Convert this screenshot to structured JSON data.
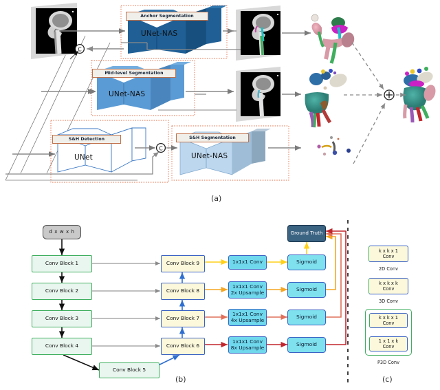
{
  "figure": {
    "panels": [
      {
        "id": "a",
        "label": "(a)"
      },
      {
        "id": "b",
        "label": "(b)"
      },
      {
        "id": "c",
        "label": "(c)"
      }
    ]
  },
  "panel_a": {
    "stages": [
      {
        "tag": "Anchor Segmentation",
        "model": "UNet-NAS",
        "color": "#1f5f96"
      },
      {
        "tag": "Mid-level Segmentation",
        "model": "UNet-NAS",
        "color": "#5b9bd5"
      },
      {
        "tag": "S&H Detection",
        "model": "UNet",
        "color": "#ffffff"
      },
      {
        "tag": "S&H Segmentation",
        "model": "UNet-NAS",
        "color": "#bdd7ee"
      }
    ],
    "concat_symbol": "C",
    "sum_symbol": "+",
    "inputs": [
      {
        "name": "input-ct-sagittal"
      }
    ]
  },
  "panel_b": {
    "input_node": "d x w x h",
    "encoder_blocks": [
      "Conv Block 1",
      "Conv Block 2",
      "Conv Block 3",
      "Conv Block 4"
    ],
    "bottleneck_block": "Conv Block 5",
    "decoder_blocks": [
      "Conv Block 9",
      "Conv Block 8",
      "Conv Block 7",
      "Conv Block 6"
    ],
    "conv_heads": [
      "1x1x1 Conv",
      "1x1x1 Conv\n2x Upsample",
      "1x1x1 Conv\n4x Upsample",
      "1x1x1 Conv\n8x Upsample"
    ],
    "sigmoid_label": "Sigmoid",
    "ground_truth_label": "Ground Truth",
    "deep_supervision_colors": [
      "#ffd11a",
      "#f5a623",
      "#e0705a",
      "#c1272d"
    ]
  },
  "panel_c": {
    "legend": [
      {
        "box": "k x k x 1\nConv",
        "caption": "2D Conv"
      },
      {
        "box": "k x k x k\nConv",
        "caption": "3D Conv"
      },
      {
        "box_top": "k x k x 1\nConv",
        "box_bottom": "1 x 1 x k\nConv",
        "caption": "P3D Conv"
      }
    ]
  },
  "colors": {
    "anchor_blue": "#1f5f96",
    "mid_blue": "#5b9bd5",
    "light_blue": "#bdd7ee",
    "dashed_orange": "#e2704a",
    "encoder_green": "#3fae5e",
    "decoder_blue": "#3b62c4",
    "cyan": "#7fe0ee",
    "gt_navy": "#3b6382"
  }
}
